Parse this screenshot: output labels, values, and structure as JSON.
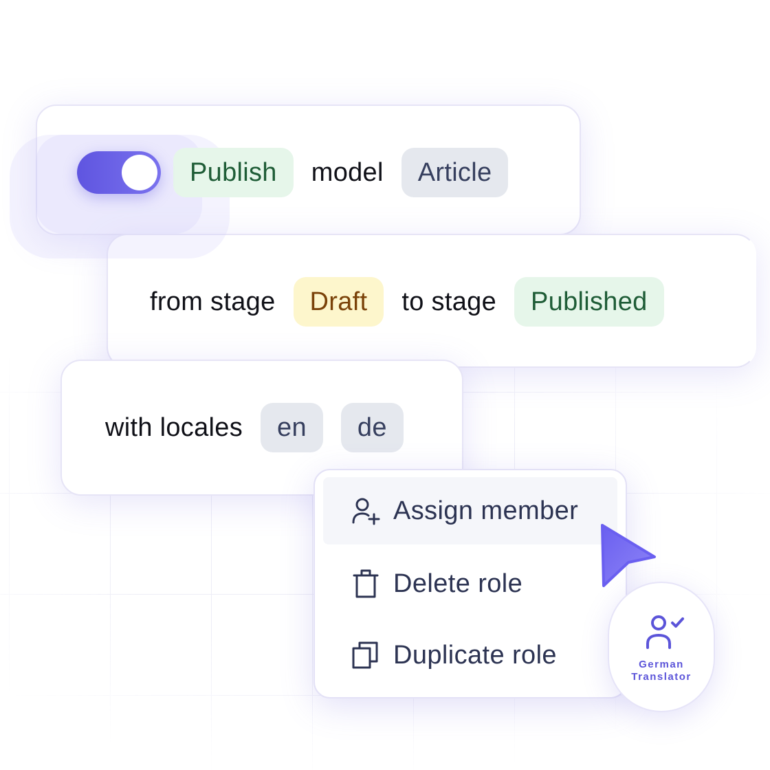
{
  "colors": {
    "accent": "#5f55e0",
    "chip_green_bg": "#e6f6ea",
    "chip_green_text": "#1e5c36",
    "chip_gray_bg": "#e5e8ee",
    "chip_gray_text": "#363f5e",
    "chip_yellow_bg": "#fdf6cc",
    "chip_yellow_text": "#7a4209"
  },
  "rule_1": {
    "toggle_on": true,
    "action": "Publish",
    "text": "model",
    "model": "Article"
  },
  "rule_2": {
    "from_text": "from stage",
    "from_stage": "Draft",
    "to_text": "to stage",
    "to_stage": "Published"
  },
  "rule_3": {
    "text": "with locales",
    "locales": [
      "en",
      "de"
    ]
  },
  "menu": {
    "items": [
      {
        "label": "Assign member",
        "icon": "user-plus-icon",
        "highlighted": true
      },
      {
        "label": "Delete role",
        "icon": "trash-icon",
        "highlighted": false
      },
      {
        "label": "Duplicate role",
        "icon": "copy-icon",
        "highlighted": false
      }
    ]
  },
  "cursor": {
    "icon": "pointer-cursor-icon"
  },
  "role_badge": {
    "icon": "user-check-icon",
    "line_1": "German",
    "line_2": "Translator"
  }
}
